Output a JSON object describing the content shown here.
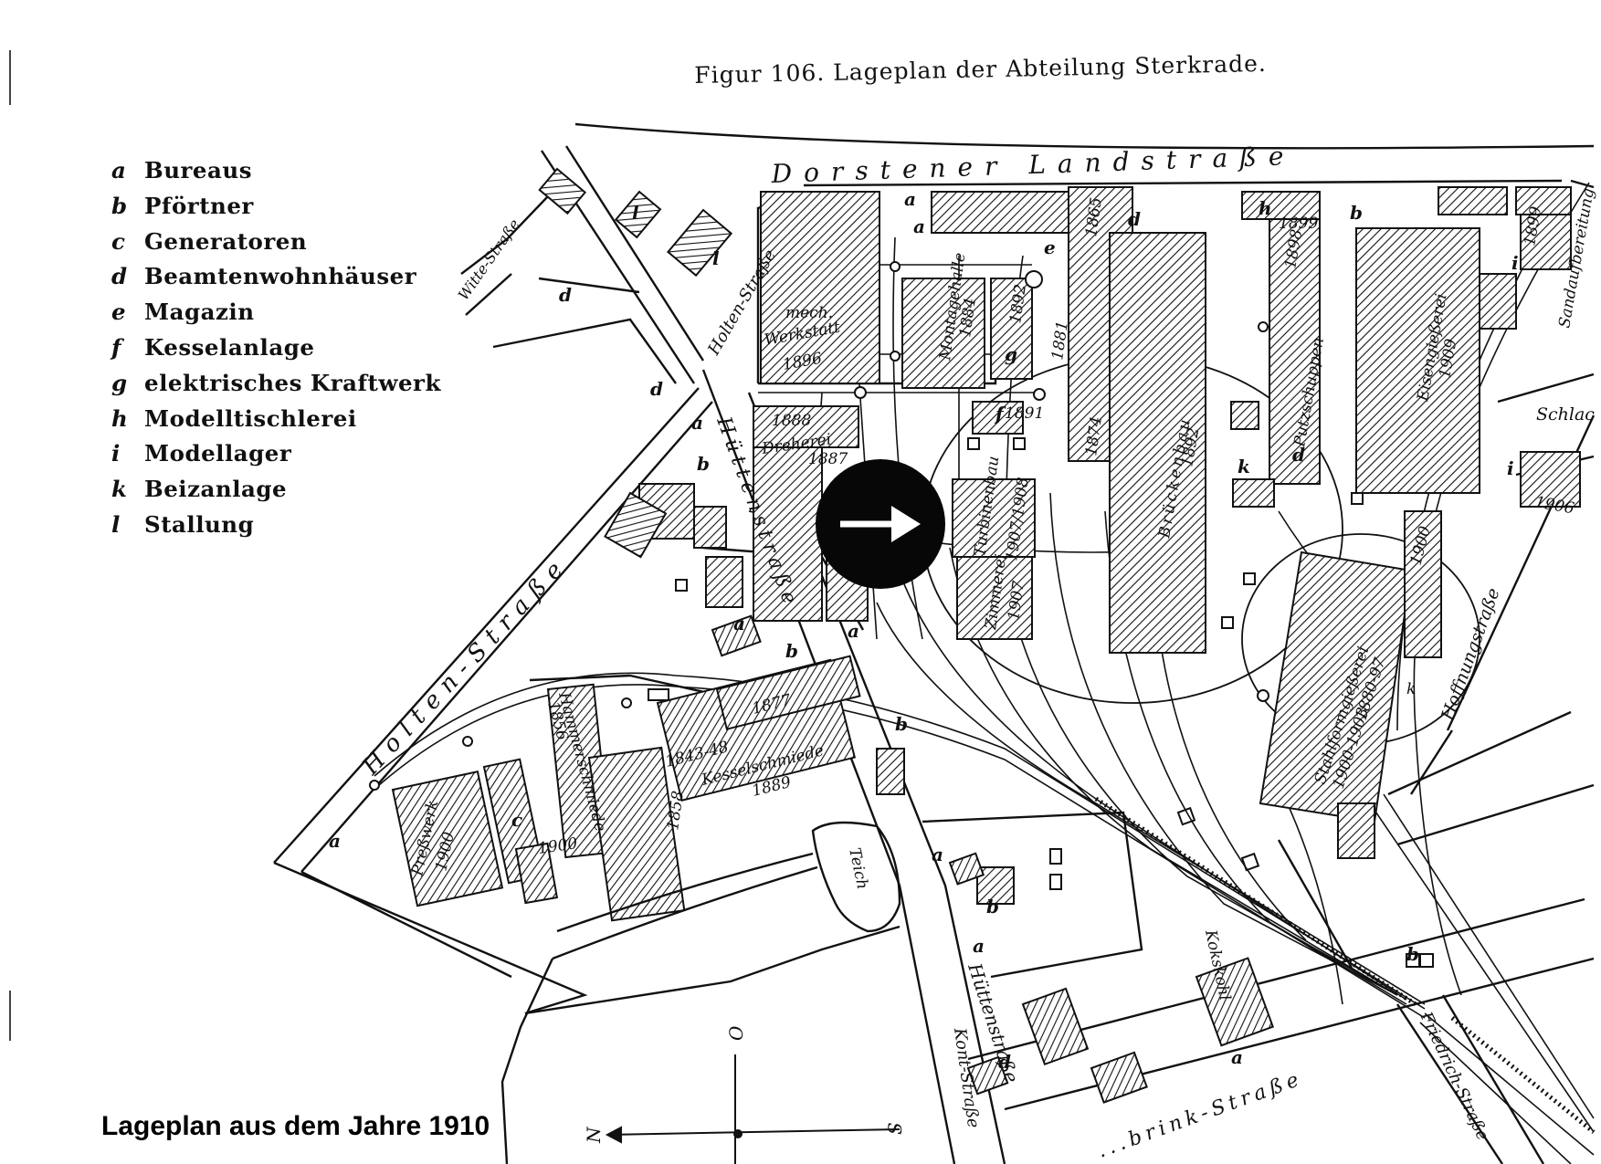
{
  "figure_title": "Figur 106.  Lageplan der Abteilung Sterkrade.",
  "legend": [
    {
      "key": "a",
      "label": "Bureaus"
    },
    {
      "key": "b",
      "label": "Pförtner"
    },
    {
      "key": "c",
      "label": "Generatoren"
    },
    {
      "key": "d",
      "label": "Beamtenwohnhäuser"
    },
    {
      "key": "e",
      "label": "Magazin"
    },
    {
      "key": "f",
      "label": "Kesselanlage"
    },
    {
      "key": "g",
      "label": "elektrisches Kraftwerk"
    },
    {
      "key": "h",
      "label": "Modelltischlerei"
    },
    {
      "key": "i",
      "label": "Modellager"
    },
    {
      "key": "k",
      "label": "Beizanlage"
    },
    {
      "key": "l",
      "label": "Stallung"
    }
  ],
  "caption": "Lageplan aus dem Jahre 1910",
  "streets": {
    "dorstener": "Dorstener Landstraße",
    "witte": "Witte-Straße",
    "holten_top": "Holten-Straße",
    "holten": "Holten-Straße",
    "huetten_upper": "Hüttenstraße",
    "huetten_lower": "Hüttenstraße",
    "hoffnung": "Hoffnungstraße",
    "friedrich": "Friedrich-Straße",
    "brink": "...brink-Straße",
    "kont": "Kont-Straße",
    "sandauf": "Sandaufbereitung",
    "schlac": "Schlac"
  },
  "buildings": {
    "mech": "mech.",
    "werkstatt": "Werkstatt",
    "werkstatt_year": "1896",
    "montagehalle": "Montagehalle",
    "montage_year": "1884",
    "g_year": "1892",
    "dreherei": "Dreherei",
    "dreherei_year": "1888",
    "year_1887": "1887",
    "year_1865": "1865",
    "year_1881": "1881",
    "year_1891": "1891",
    "year_1874": "1874",
    "brueckenbau": "Brückenbau",
    "brueckenbau_year": "1892",
    "putzschuppen": "Putzschuppen",
    "putz_year": "1898",
    "h_year": "1899",
    "eisengiesserei": "Eisengießerei",
    "eisen_year": "1909",
    "year_1899b": "1899",
    "turbinenbau": "Turbinenbau",
    "turbinen_year": "1907/1908",
    "zimmerei": "Zimmerei",
    "zimmerei_year": "1907",
    "year_1906": "1906",
    "year_1900a": "1900",
    "stahlformgiesserei": "Stahlformgießerei",
    "stahl_year": "1900-1903",
    "stahl_year2": "1880-97",
    "hammerschmiede": "Hammerschmiede",
    "hammer_year": "1856",
    "year_1877": "1877",
    "kessel_year_a": "1843-48",
    "kesselschmiede": "Kesselschmiede",
    "kessel_year": "1889",
    "year_1858": "1858",
    "presswerk": "Preßwerk",
    "press_year": "1900",
    "year_1900b": "1900",
    "teich": "Teich",
    "kokerei": "Kokskohl",
    "k_label": "k"
  },
  "compass": {
    "n": "N",
    "s": "S",
    "o": "O"
  },
  "colors": {
    "ink": "#111111",
    "paper": "#ffffff",
    "button": "#070707",
    "arrow": "#ffffff"
  },
  "play_button_icon": "arrow-right-icon"
}
